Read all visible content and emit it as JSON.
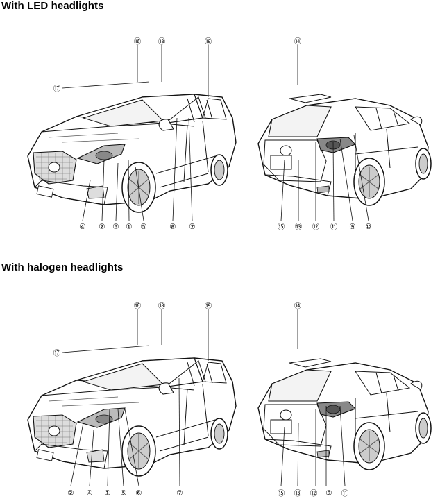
{
  "sections": [
    {
      "heading": "With LED headlights",
      "front_callouts": [
        "⑯",
        "⑱",
        "⑲",
        "⑰",
        "④",
        "②",
        "③",
        "①",
        "⑤",
        "⑧",
        "⑦"
      ],
      "rear_callouts": [
        "⑭",
        "⑮",
        "⑬",
        "⑫",
        "⑪",
        "⑨",
        "⑩"
      ]
    },
    {
      "heading": "With halogen headlights",
      "front_callouts": [
        "⑯",
        "⑱",
        "⑲",
        "⑰",
        "②",
        "④",
        "①",
        "⑤",
        "⑥",
        "⑦"
      ],
      "rear_callouts": [
        "⑭",
        "⑮",
        "⑬",
        "⑫",
        "⑨",
        "⑪"
      ]
    }
  ]
}
